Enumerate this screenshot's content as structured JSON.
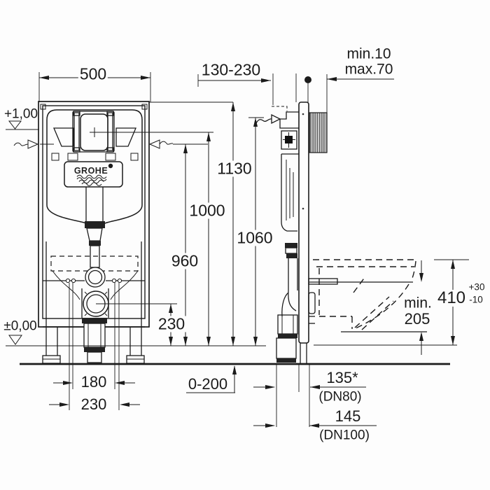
{
  "drawing": {
    "brand": "GROHE",
    "front_view": {
      "frame_width": "500",
      "frame_height": "1130",
      "flush_plate_height": "1000",
      "supply_height": "960",
      "side_frame_height": "1060",
      "outlet_height": "230",
      "level_upper": "+1,00",
      "level_floor": "±0,00",
      "fixing_spacing_inner": "180",
      "fixing_spacing_outer": "230"
    },
    "side_view": {
      "wall_offset": "130-230",
      "plate_clearance_min": "min.10",
      "plate_clearance_max": "max.70",
      "floor_adjustment": "0-200",
      "drain": {
        "dn80_value": "135*",
        "dn80_label": "(DN80)",
        "dn100_value": "145",
        "dn100_label": "(DN100)"
      },
      "bowl": {
        "min_label": "min.",
        "min_value": "205",
        "rim_height": "410",
        "tolerance_plus": "+30",
        "tolerance_minus": "-10"
      }
    }
  }
}
